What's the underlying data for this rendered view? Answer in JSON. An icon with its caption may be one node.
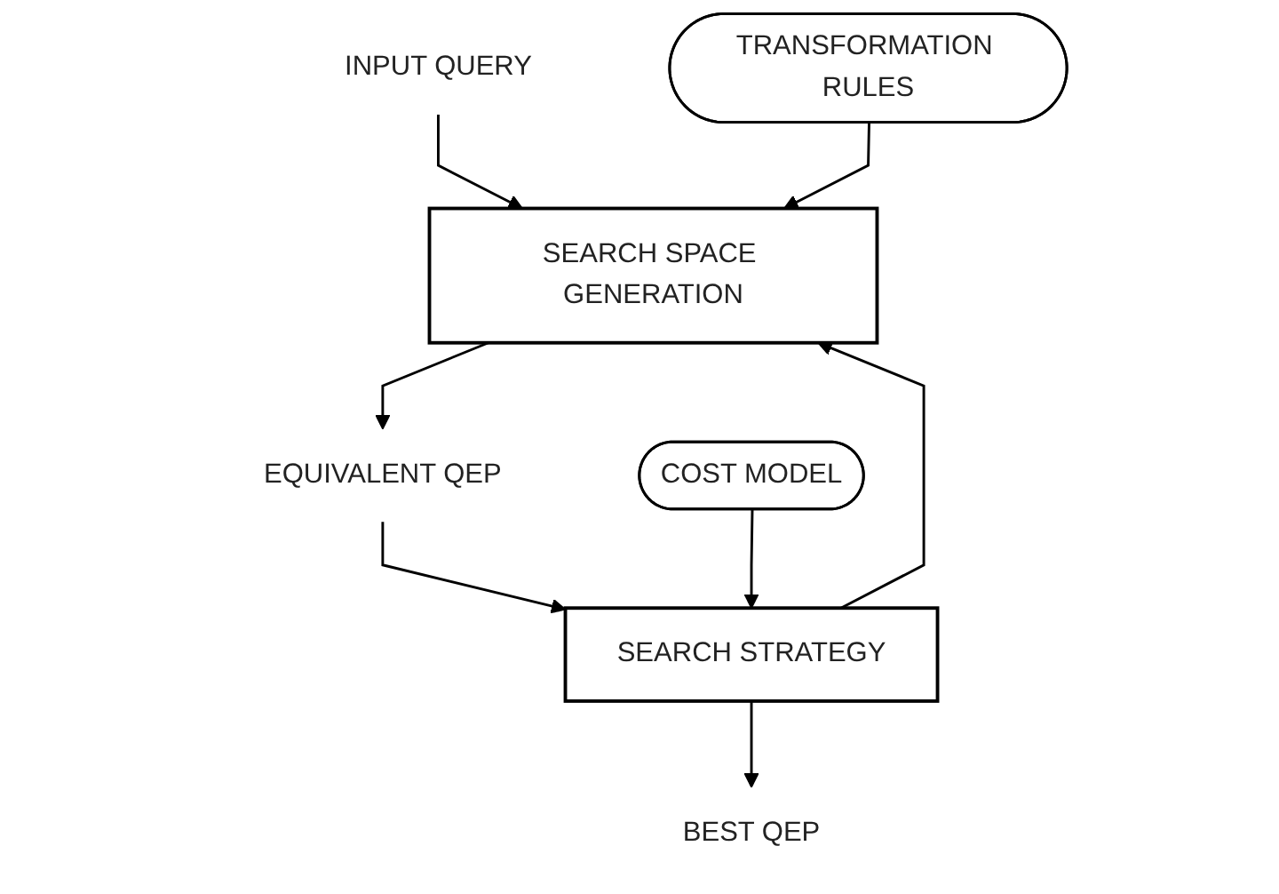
{
  "diagram": {
    "nodes": [
      {
        "text": [
          "INPUT QUERY"
        ]
      },
      {
        "text": [
          "SEARCH SPACE GENERATION"
        ]
      },
      {
        "text": [
          "TRANSFORMATION RULES"
        ]
      },
      {
        "text": [
          "EQUIVALENT QEP"
        ]
      },
      {
        "text": [
          "SEARCH STRATEGY"
        ]
      },
      {
        "text": [
          "COST MODEL"
        ]
      },
      {
        "text": [
          "BEST QEP"
        ]
      }
    ],
    "edges": [
      {
        "from": 0,
        "to": 1,
        "arrow": "to"
      },
      {
        "from": 2,
        "to": 1,
        "arrow": "to"
      },
      {
        "from": 1,
        "to": 3,
        "arrow": "to"
      },
      {
        "from": 3,
        "to": 4,
        "arrow": "to"
      },
      {
        "from": 5,
        "to": 4,
        "arrow": "to"
      },
      {
        "from": 4,
        "to": 1,
        "arrow": "to"
      },
      {
        "from": 4,
        "to": 6,
        "arrow": "to"
      }
    ]
  }
}
